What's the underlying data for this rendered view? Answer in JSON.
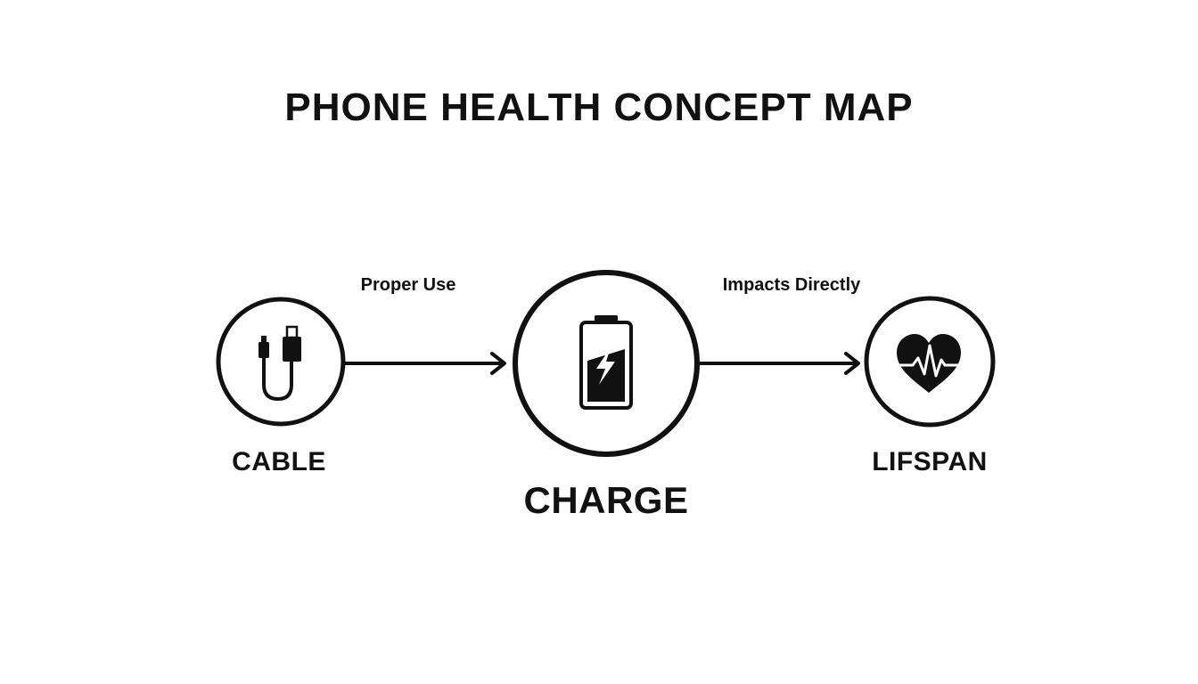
{
  "title": "PHONE HEALTH CONCEPT MAP",
  "nodes": [
    {
      "id": "cable",
      "label": "CABLE",
      "icon": "cable-icon"
    },
    {
      "id": "charge",
      "label": "CHARGE",
      "icon": "battery-charging-icon"
    },
    {
      "id": "lifspan",
      "label": "LIFSPAN",
      "icon": "heart-pulse-icon"
    }
  ],
  "edges": [
    {
      "from": "cable",
      "to": "charge",
      "label": "Proper Use"
    },
    {
      "from": "charge",
      "to": "lifspan",
      "label": "Impacts Directly"
    }
  ],
  "colors": {
    "stroke": "#111111",
    "background": "#ffffff"
  }
}
